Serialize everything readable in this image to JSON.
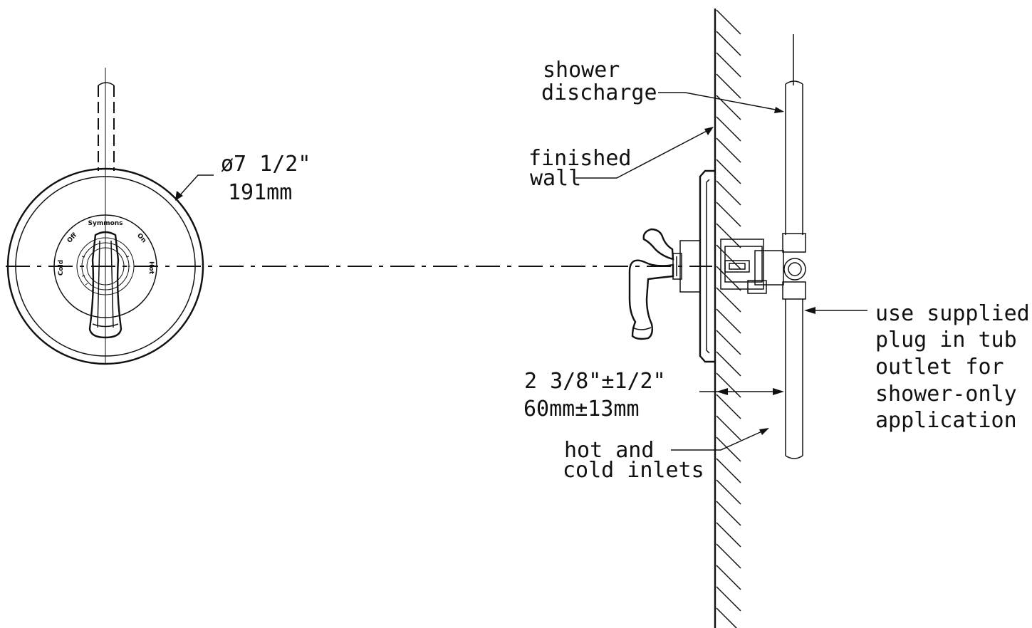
{
  "labels": {
    "diameter_in": "ø7 1/2\"",
    "diameter_mm": "191mm",
    "shower_discharge_1": "shower",
    "shower_discharge_2": "discharge",
    "finished_wall_1": "finished",
    "finished_wall_2": "wall",
    "offset_in": "2 3/8\"±1/2\"",
    "offset_mm": "60mm±13mm",
    "inlets_1": "hot and",
    "inlets_2": "cold inlets",
    "plug_1": "use supplied",
    "plug_2": "plug in tub",
    "plug_3": "outlet for",
    "plug_4": "shower-only",
    "plug_5": "application"
  },
  "dial": {
    "brand": "Symmons",
    "off": "Off",
    "on": "On",
    "cold": "Cold",
    "hot": "Hot"
  }
}
